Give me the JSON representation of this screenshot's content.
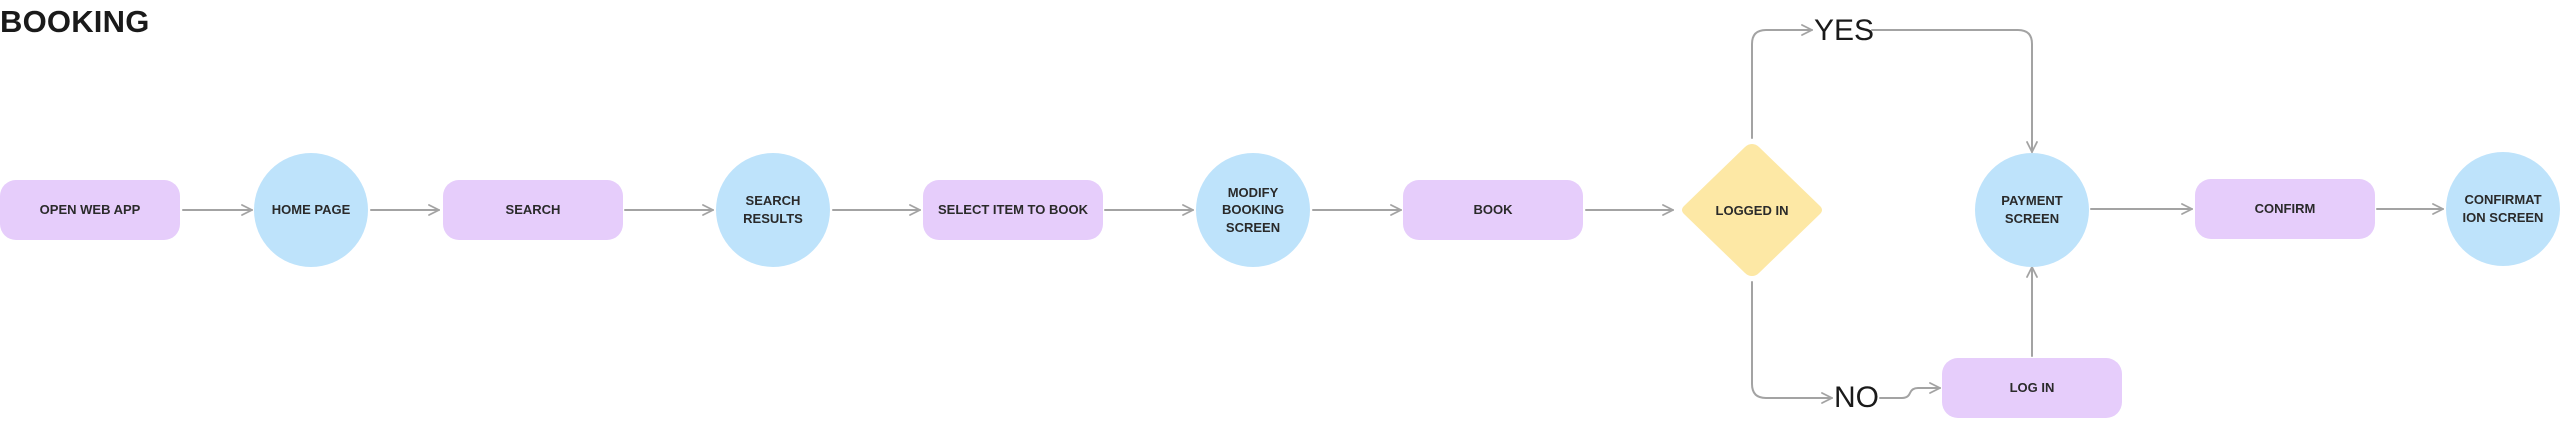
{
  "title": "BOOKING",
  "nodes": {
    "open_web_app": "OPEN WEB APP",
    "home_page": "HOME PAGE",
    "search": "SEARCH",
    "search_results": "SEARCH\nRESULTS",
    "select_item": "SELECT ITEM TO BOOK",
    "modify_booking": "MODIFY\nBOOKING\nSCREEN",
    "book": "BOOK",
    "logged_in": "LOGGED IN",
    "payment_screen": "PAYMENT\nSCREEN",
    "confirm": "CONFIRM",
    "confirmation_screen": "CONFIRMAT\nION SCREEN",
    "log_in": "LOG IN"
  },
  "branches": {
    "yes": "YES",
    "no": "NO"
  },
  "colors": {
    "process": "#e6cdfb",
    "screen": "#bee3fb",
    "decision": "#fde8a5",
    "connector": "#a3a3a3"
  }
}
